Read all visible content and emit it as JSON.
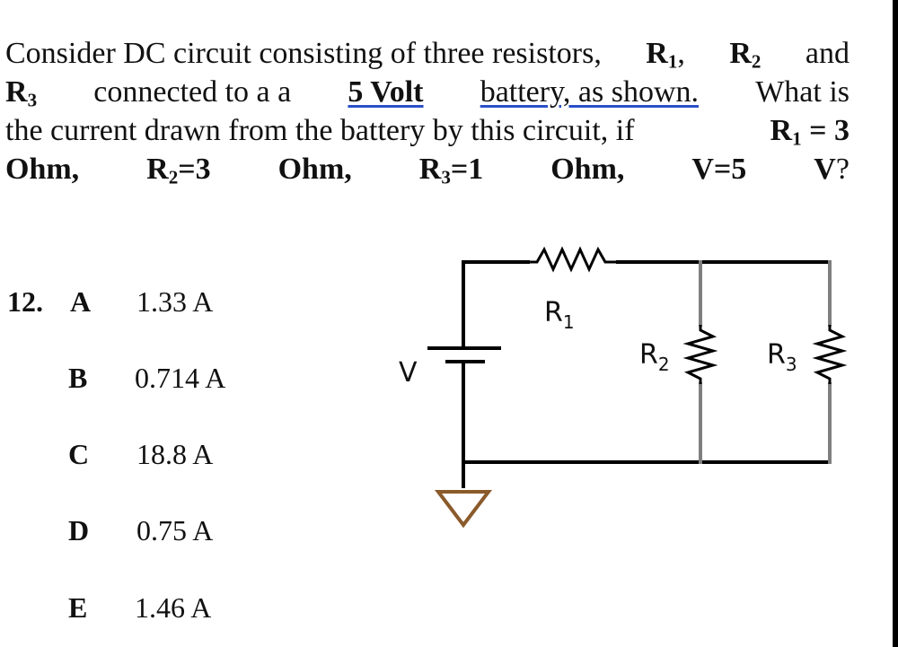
{
  "question": {
    "line1": {
      "a": "Consider DC circuit consisting of three resistors,",
      "r1": "R",
      "r1sub": "1",
      "comma": ",",
      "r2": "R",
      "r2sub": "2",
      "and": "and"
    },
    "line2": {
      "r3": "R",
      "r3sub": "3",
      "b": "connected to a a",
      "volt": "5 Volt",
      "c": "battery, as shown.",
      "d": "What is"
    },
    "line3": {
      "a": "the current drawn from the battery by this circuit, if",
      "r1": "R",
      "r1sub": "1",
      "eq": "= 3"
    },
    "line4": {
      "ohm1": "Ohm,",
      "r2": "R",
      "r2sub": "2",
      "r2val": "=3",
      "ohm2": "Ohm,",
      "r3": "R",
      "r3sub": "3",
      "r3val": "=1",
      "ohm3": "Ohm,",
      "v": "V=5",
      "vunit": "V",
      "q": "?"
    }
  },
  "question_number": "12.",
  "options": [
    {
      "letter": "A",
      "value": "1.33 A"
    },
    {
      "letter": "B",
      "value": "0.714 A"
    },
    {
      "letter": "C",
      "value": "18.8 A"
    },
    {
      "letter": "D",
      "value": "0.75 A"
    },
    {
      "letter": "E",
      "value": "1.46 A"
    }
  ],
  "circuit": {
    "v_label": "V",
    "r1_label": "R",
    "r1_sub": "1",
    "r2_label": "R",
    "r2_sub": "2",
    "r3_label": "R",
    "r3_sub": "3",
    "ground_color": "#8b5a2b",
    "resistor_color": "#7f7f7f"
  }
}
